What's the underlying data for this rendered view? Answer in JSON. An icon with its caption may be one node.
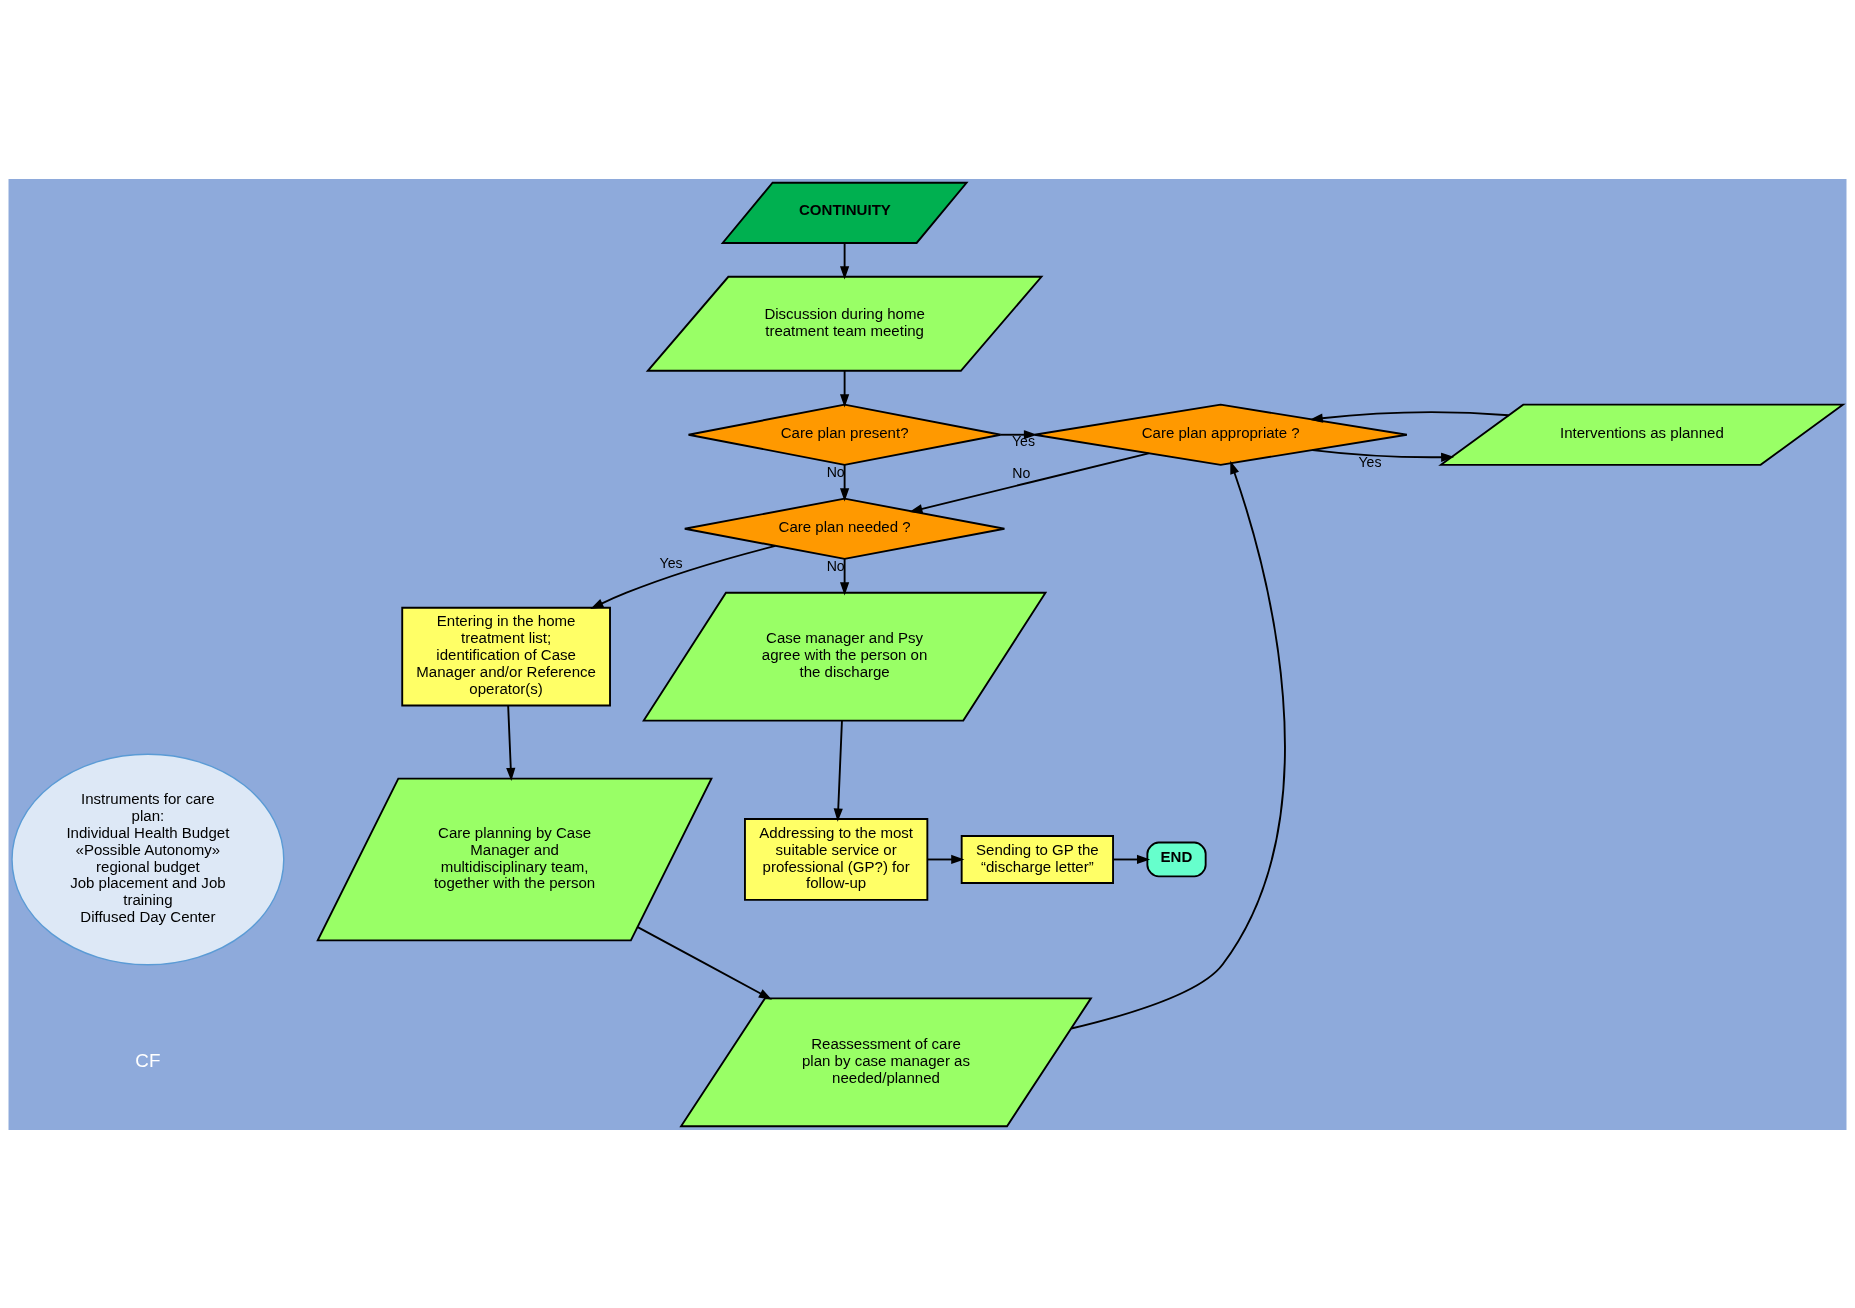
{
  "diagram": {
    "nodes": [
      {
        "text": [
          "CONTINUITY"
        ]
      },
      {
        "text": [
          "Discussion during home treatment team meeting"
        ]
      },
      {
        "text": [
          "Care plan present?"
        ]
      },
      {
        "text": [
          "Care plan appropriate ?"
        ]
      },
      {
        "text": [
          "Interventions as planned"
        ]
      },
      {
        "text": [
          "Reassessment of care plan by case manager as needed/planned"
        ]
      },
      {
        "text": [
          "Care planning by Case Manager and multidisciplinary team, together with the person"
        ]
      },
      {
        "text": [
          "Care plan needed ?"
        ]
      },
      {
        "text": [
          "Entering in the home treatment list; identification of Case Manager and/or Reference operator(s)"
        ]
      },
      {
        "text": [
          "Case manager and Psy agree with the person on the discharge"
        ]
      },
      {
        "text": [
          "Addressing to the most suitable service or professional (GP?) for follow-up"
        ]
      },
      {
        "text": [
          "Sending to GP the “discharge letter”"
        ]
      },
      {
        "text": [
          "END"
        ]
      },
      {
        "text": [
          "Instruments for care plan:",
          "Individual Health Budget",
          "«Possible Autonomy» regional budget",
          "Job placement and Job training",
          "Diffused Day Center"
        ]
      }
    ],
    "edges": [
      {
        "from": 0,
        "to": 1,
        "arrow": "to"
      },
      {
        "from": 1,
        "to": 2,
        "arrow": "to"
      },
      {
        "from": 2,
        "to": 3,
        "label": "Yes",
        "arrow": "to"
      },
      {
        "from": 3,
        "to": 4,
        "label": "Yes",
        "arrow": "to"
      },
      {
        "from": 4,
        "to": 3,
        "arrow": "to"
      },
      {
        "from": 5,
        "to": 3,
        "arrow": "to"
      },
      {
        "from": 3,
        "to": 7,
        "label": "No",
        "arrow": "to"
      },
      {
        "from": 2,
        "to": 7,
        "label": "No",
        "arrow": "to"
      },
      {
        "from": 7,
        "to": 8,
        "label": "Yes",
        "arrow": "to"
      },
      {
        "from": 7,
        "to": 9,
        "label": "No",
        "arrow": "to"
      },
      {
        "from": 8,
        "to": 6,
        "arrow": "to"
      },
      {
        "from": 6,
        "to": 5,
        "arrow": "to"
      },
      {
        "from": 9,
        "to": 10,
        "arrow": "to"
      },
      {
        "from": 10,
        "to": 11,
        "arrow": "to"
      },
      {
        "from": 11,
        "to": 12,
        "arrow": "to"
      }
    ],
    "labels": [
      "CF"
    ]
  }
}
